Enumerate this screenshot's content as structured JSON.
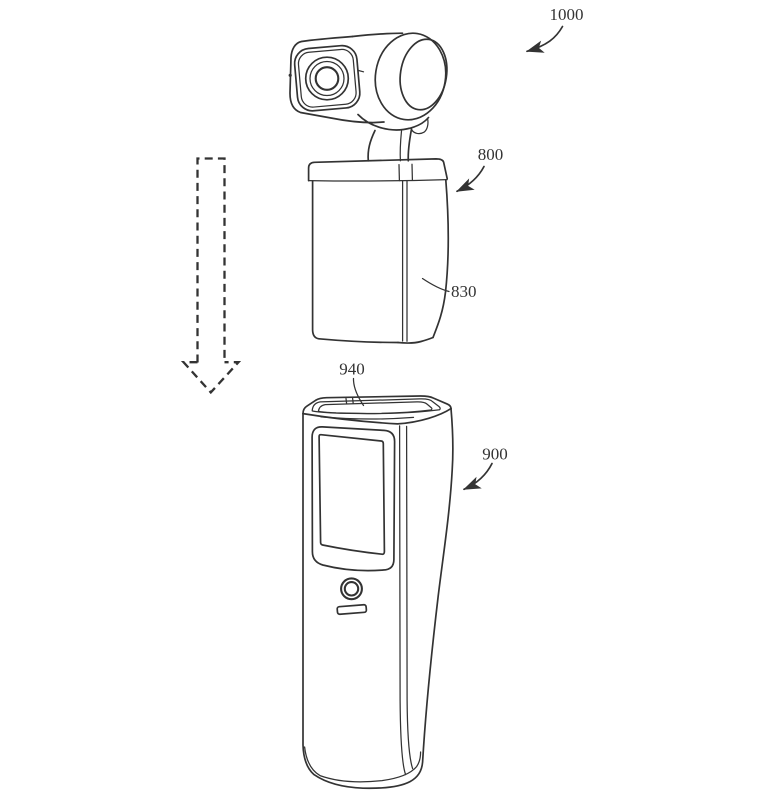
{
  "figure": {
    "background_color": "#ffffff",
    "line_color": "#333333",
    "labels": {
      "assembly": "1000",
      "camera_module": "800",
      "camera_module_side": "830",
      "handle_socket": "940",
      "handle": "900"
    }
  }
}
